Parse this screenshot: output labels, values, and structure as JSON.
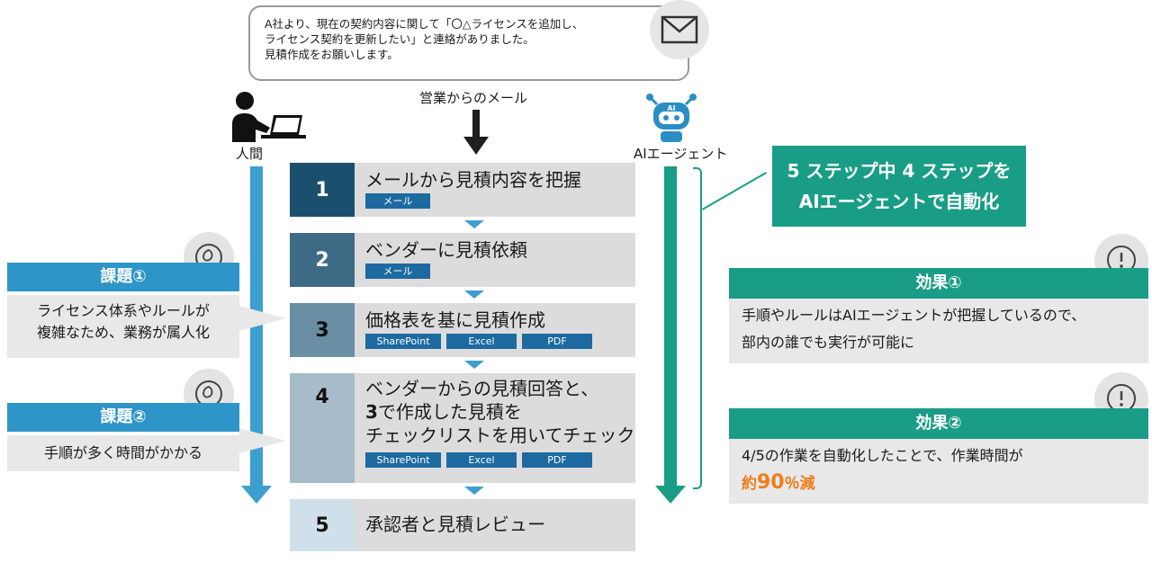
{
  "email": {
    "lines": [
      "A社より、現在の契約内容に関して「〇△ライセンスを追加し、",
      "ライセンス契約を更新したい」と連絡がありました。",
      "見積作成をお願いします。"
    ],
    "label": "営業からのメール"
  },
  "actors": {
    "human": "人間",
    "ai": "AIエージェント",
    "ai_badge": "AI"
  },
  "steps": [
    {
      "num": "1",
      "title": "メールから見積内容を把握",
      "tags": [
        "メール"
      ],
      "color": "#1b4f6e"
    },
    {
      "num": "2",
      "title": "ベンダーに見積依頼",
      "tags": [
        "メール"
      ],
      "color": "#3d6a85"
    },
    {
      "num": "3",
      "title": "価格表を基に見積作成",
      "tags": [
        "SharePoint",
        "Excel",
        "PDF"
      ],
      "color": "#6a8ea4"
    },
    {
      "num": "4",
      "title_lines": [
        "ベンダーからの見積回答と、",
        "で作成した見積を",
        "チェックリストを用いてチェック"
      ],
      "title_ref": "3",
      "tags": [
        "SharePoint",
        "Excel",
        "PDF"
      ],
      "color": "#a6bccb"
    },
    {
      "num": "5",
      "title": "承認者と見積レビュー",
      "tags": [],
      "color": "#cfe0ea"
    }
  ],
  "issues": [
    {
      "title": "課題①",
      "lines": [
        "ライセンス体系やルールが",
        "複雑なため、業務が属人化"
      ]
    },
    {
      "title": "課題②",
      "lines": [
        "手順が多く時間がかかる"
      ]
    }
  ],
  "summary": {
    "lines": [
      "5 ステップ中 4 ステップを",
      "AIエージェントで自動化"
    ]
  },
  "effects": [
    {
      "title": "効果①",
      "lines": [
        "手順やルールはAIエージェントが把握しているので、",
        "部内の誰でも実行が可能に"
      ]
    },
    {
      "title": "効果②",
      "line1": "4/5の作業を自動化したことで、作業時間が",
      "highlight_prefix": "約",
      "highlight_value": "90",
      "highlight_suffix": "％減"
    }
  ],
  "colors": {
    "human_lane": "#3d9ed0",
    "ai_lane": "#1a9d86",
    "issue_blue": "#2e95c8",
    "effect_green": "#1a9d86",
    "tag_blue": "#1c6aa0",
    "highlight_orange": "#ee7d1a"
  },
  "icons": [
    "envelope-icon",
    "person-laptop-icon",
    "robot-icon",
    "rose-icon",
    "exclamation-icon"
  ]
}
